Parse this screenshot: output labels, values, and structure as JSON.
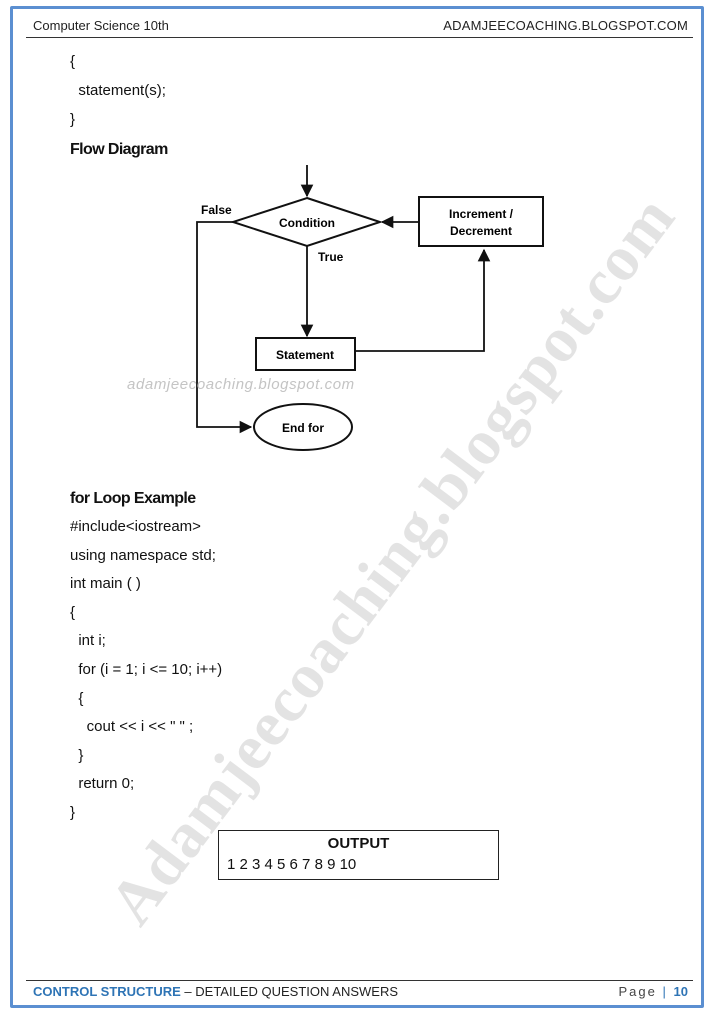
{
  "header": {
    "left": "Computer Science 10th",
    "right": "ADAMJEECOACHING.BLOGSPOT.COM"
  },
  "syntax_lines": [
    "{",
    "  statement(s);",
    "}"
  ],
  "flow_heading": "Flow Diagram",
  "flow": {
    "condition": "Condition",
    "increment": [
      "Increment /",
      "Decrement"
    ],
    "statement": "Statement",
    "end": "End for",
    "false_label": "False",
    "true_label": "True"
  },
  "watermark_small": "adamjeecoaching.blogspot.com",
  "watermark_big": "Adamjeecoaching.blogspot.com",
  "example_heading": "for Loop Example",
  "code_lines": [
    "#include<iostream>",
    "using namespace std;",
    "int main ( )",
    "{",
    "  int i;",
    "  for (i = 1; i <= 10; i++)",
    "  {",
    "    cout << i << \" \" ;",
    "  }",
    "  return 0;",
    "}"
  ],
  "output": {
    "title": "OUTPUT",
    "value": "1 2 3 4 5 6 7 8 9 10"
  },
  "footer": {
    "chapter": "CONTROL STRUCTURE",
    "rest": " – DETAILED QUESTION ANSWERS",
    "page_word": "Page",
    "page_sep": "|",
    "page_number": "10"
  }
}
